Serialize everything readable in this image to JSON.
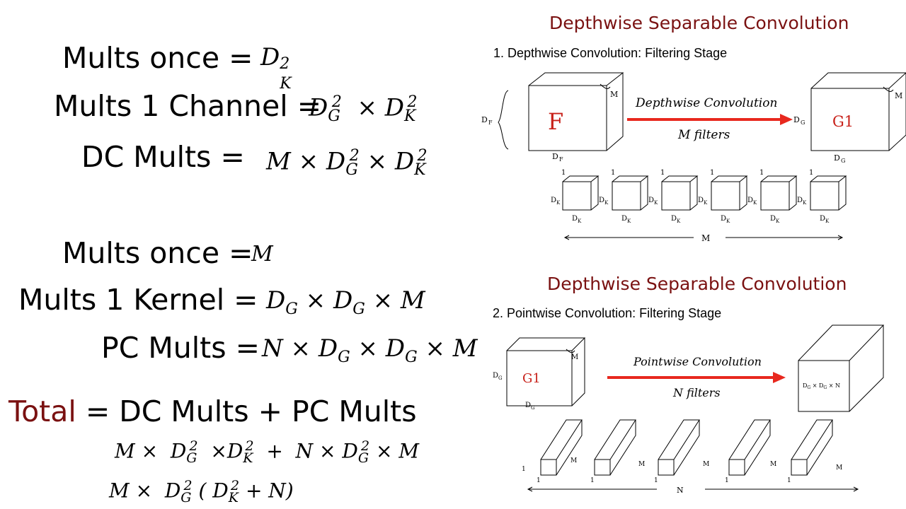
{
  "left": {
    "dc": {
      "mults_once_label": "Mults once =",
      "mults_once_eq": "D",
      "mults_once_sup": "2",
      "mults_once_sub": "K",
      "channel_label": "Mults 1 Channel =",
      "dc_label": "DC Mults ="
    },
    "pc": {
      "mults_once_label": "Mults once =",
      "mults_once_eq": "M",
      "kernel_label": "Mults 1 Kernel =",
      "pc_label": "PC Mults ="
    },
    "total": {
      "word": "Total",
      "rest": "= DC Mults + PC Mults"
    }
  },
  "right": {
    "top": {
      "title": "Depthwise Separable Convolution",
      "stage": "1. Depthwise Convolution: Filtering Stage",
      "input_letter": "F",
      "output_letter": "G1",
      "arrow_label": "Depthwise Convolution",
      "filters_label": "M filters",
      "dim_M": "M",
      "dim_one": "1",
      "span_label": "M"
    },
    "bottom": {
      "title": "Depthwise Separable Convolution",
      "stage": "2. Pointwise Convolution: Filtering Stage",
      "input_letter": "G1",
      "output_label": "D × D × N",
      "arrow_label": "Pointwise Convolution",
      "filters_label": "N filters",
      "dim_M": "M",
      "dim_one": "1",
      "span_label": "N"
    }
  },
  "colors": {
    "accent": "#7a1111",
    "arrow": "#e8281e"
  }
}
